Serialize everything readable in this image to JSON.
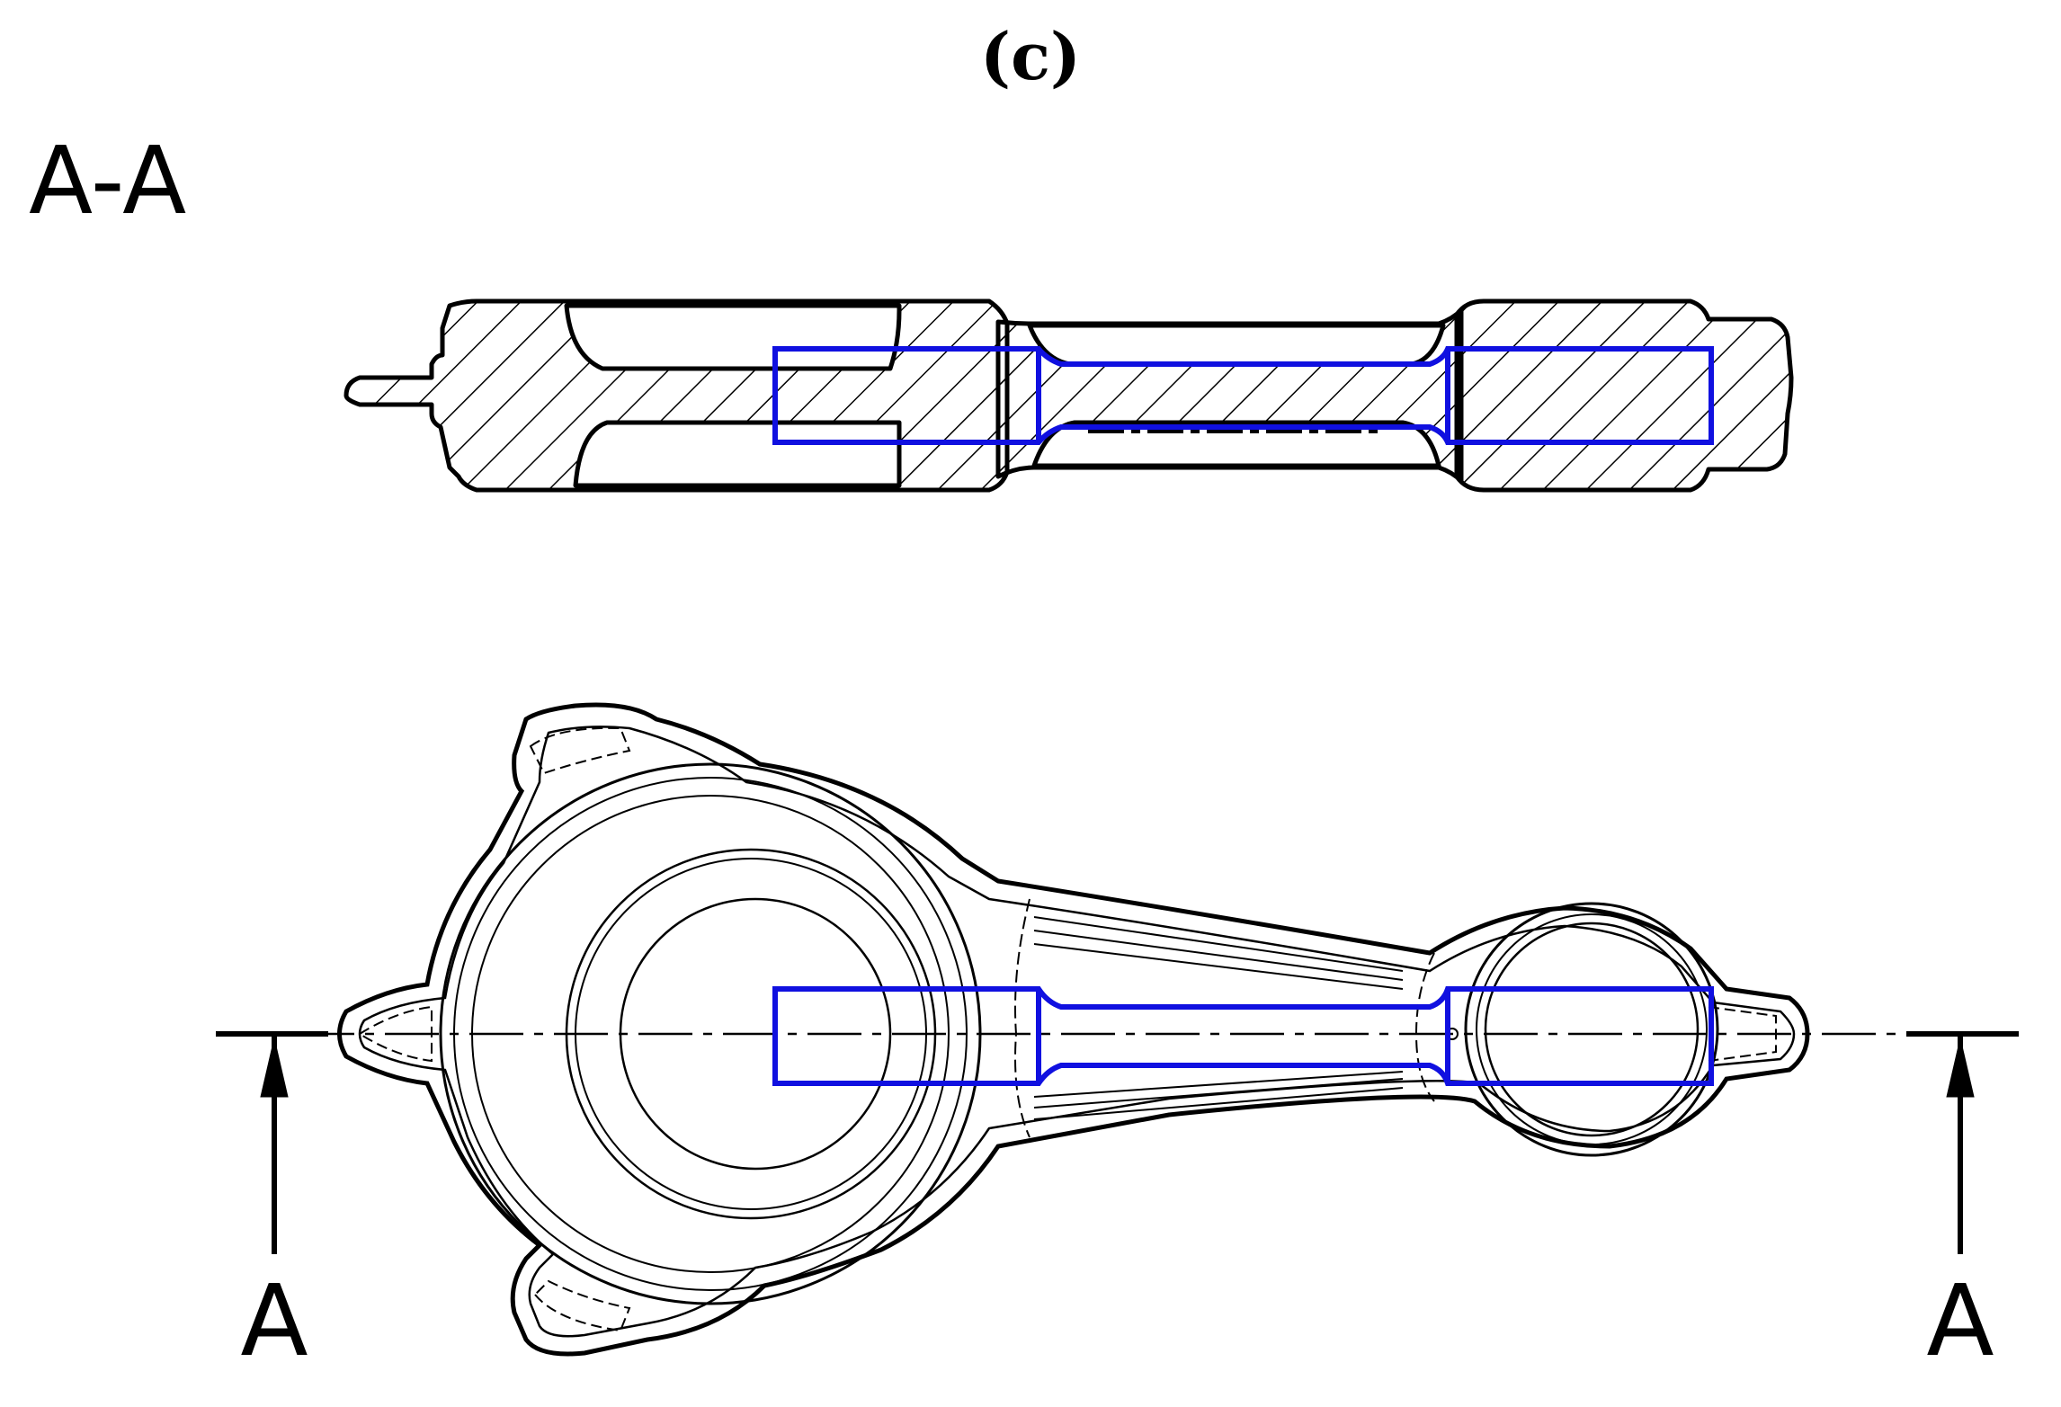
{
  "figure": {
    "label": "(c)",
    "section_title": "A-A",
    "cut_marker_left": "A",
    "cut_marker_right": "A"
  },
  "colors": {
    "outline": "#000000",
    "highlight": "#1010e0",
    "background": "#ffffff"
  }
}
